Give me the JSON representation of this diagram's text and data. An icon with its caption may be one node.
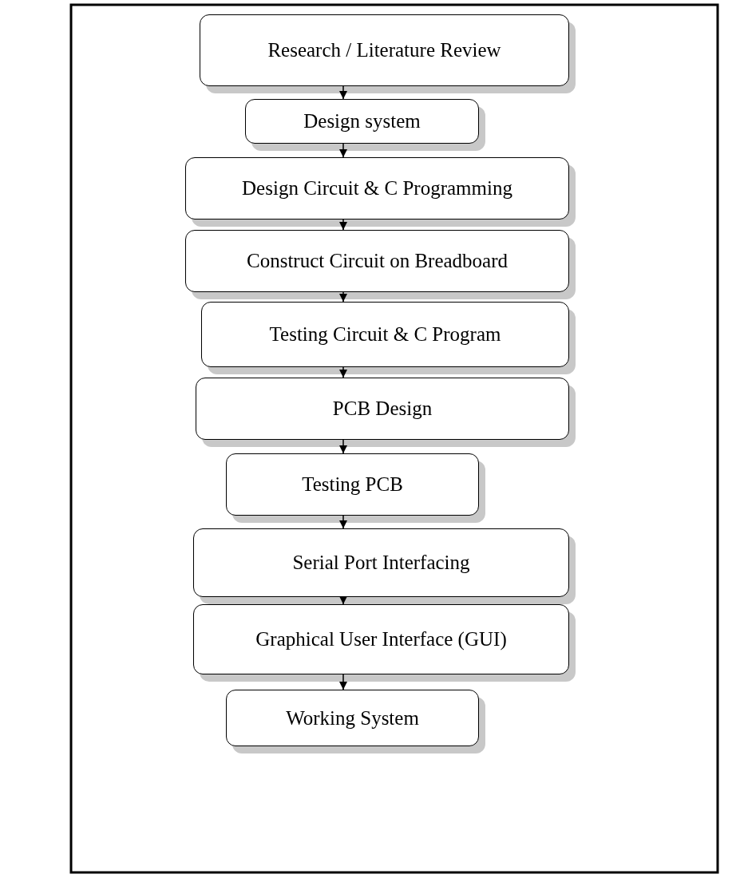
{
  "diagram": {
    "nodes": [
      {
        "text": [
          "Research / Literature Review"
        ]
      },
      {
        "text": [
          "Design system"
        ]
      },
      {
        "text": [
          "Design Circuit & C Programming"
        ]
      },
      {
        "text": [
          "Construct Circuit on Breadboard"
        ]
      },
      {
        "text": [
          "Testing Circuit & C Program"
        ]
      },
      {
        "text": [
          "PCB Design"
        ]
      },
      {
        "text": [
          "Testing PCB"
        ]
      },
      {
        "text": [
          "Serial Port Interfacing"
        ]
      },
      {
        "text": [
          "Graphical User Interface (GUI)"
        ]
      },
      {
        "text": [
          "Working System"
        ]
      }
    ],
    "edges": [
      {
        "from": 0,
        "to": 1,
        "arrow": "to"
      },
      {
        "from": 1,
        "to": 2,
        "arrow": "to"
      },
      {
        "from": 2,
        "to": 3,
        "arrow": "to"
      },
      {
        "from": 3,
        "to": 4,
        "arrow": "to"
      },
      {
        "from": 4,
        "to": 5,
        "arrow": "to"
      },
      {
        "from": 5,
        "to": 6,
        "arrow": "to"
      },
      {
        "from": 6,
        "to": 7,
        "arrow": "to"
      },
      {
        "from": 7,
        "to": 8,
        "arrow": "to"
      },
      {
        "from": 8,
        "to": 9,
        "arrow": "to"
      }
    ]
  }
}
